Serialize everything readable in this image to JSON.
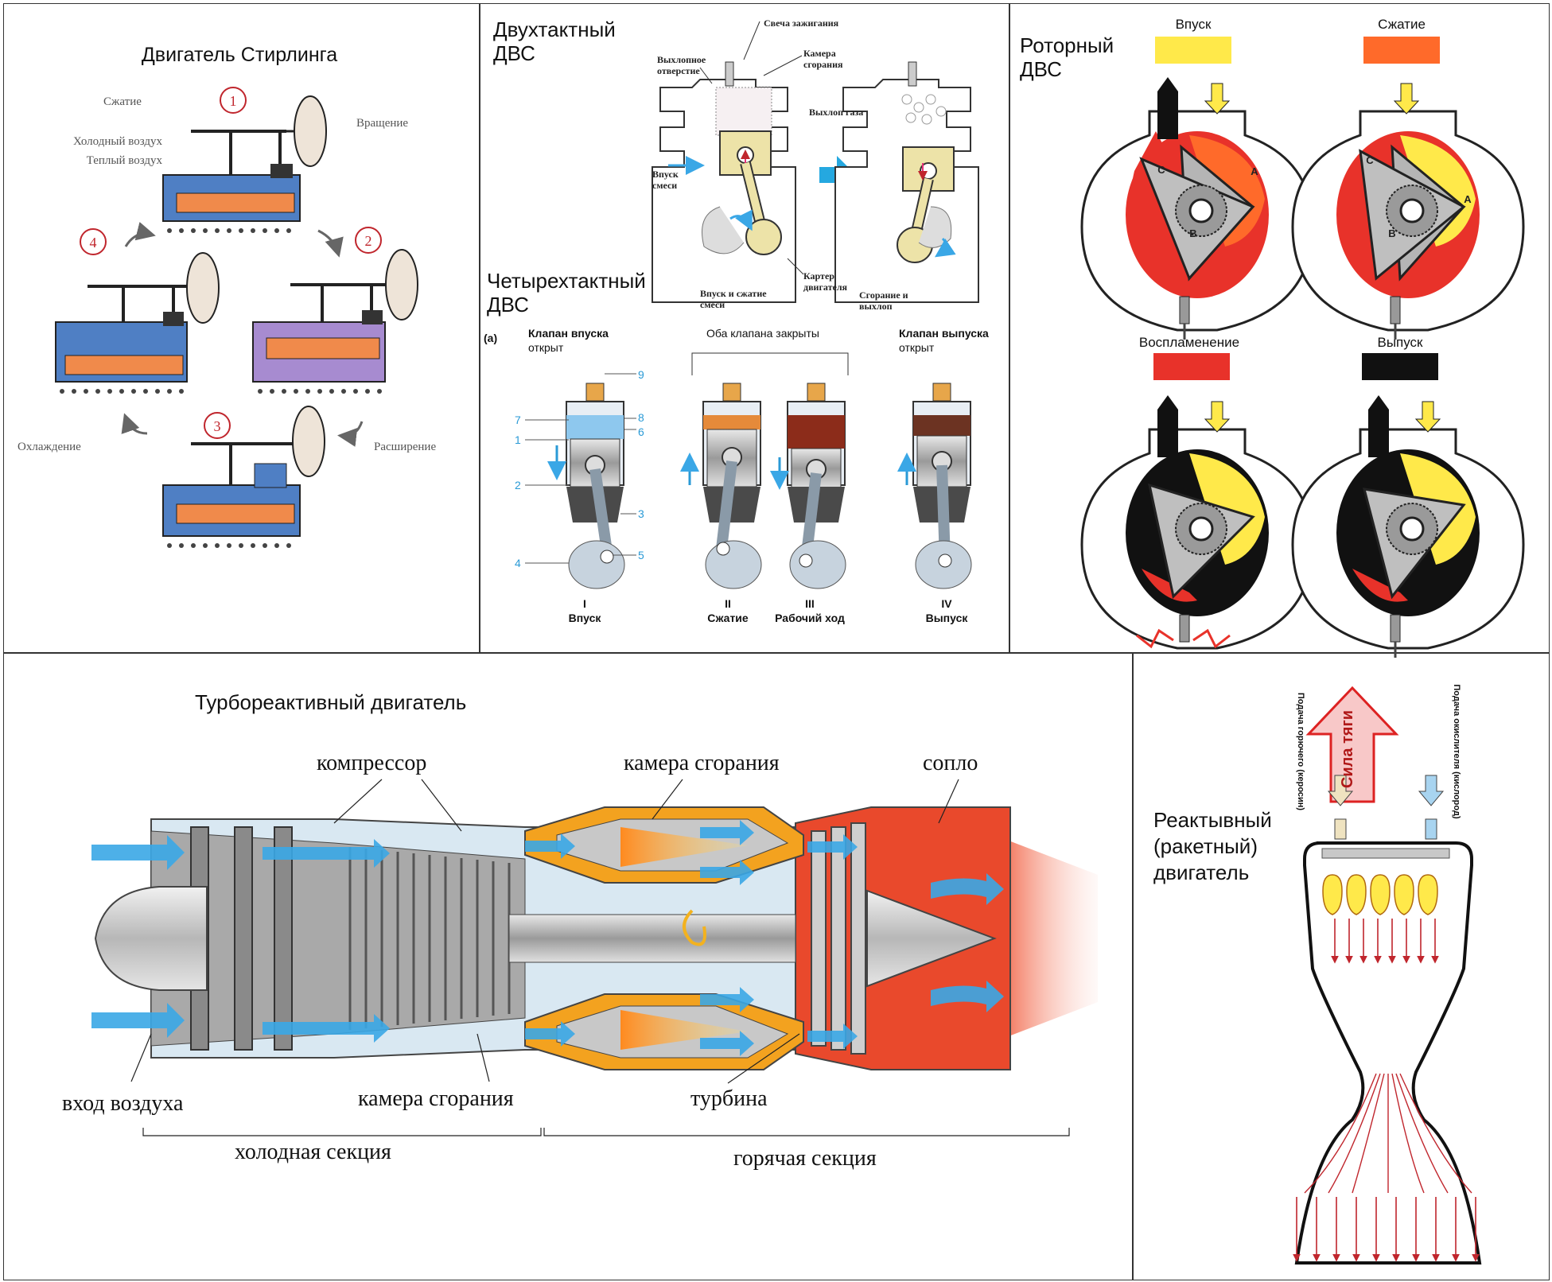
{
  "colors": {
    "border": "#333333",
    "intake_yellow": "#ffe94a",
    "compression_orange": "#ff6a2a",
    "ignition_red": "#e8322a",
    "exhaust_black": "#111111",
    "air_blue": "#3aa7e6",
    "hot_red": "#e9492c",
    "engine_grey": "#b8b8b8",
    "stirling_blue": "#4f7fc4",
    "stirling_orange": "#f08a4b",
    "stirling_purple": "#a78bd0"
  },
  "stirling": {
    "title": "Двигатель Стирлинга",
    "steps": [
      "1",
      "2",
      "3",
      "4"
    ],
    "labels": {
      "compression": "Сжатие",
      "rotation": "Вращение",
      "cold_air": "Холодный воздух",
      "warm_air": "Теплый воздух",
      "cooling": "Охлаждение",
      "expansion": "Расширение"
    }
  },
  "two_stroke": {
    "title": "Двухтактный ДВС",
    "labels": {
      "spark_plug": "Свеча зажигания",
      "exhaust_port": "Выхлопное отверстие",
      "combustion_chamber": "Камера сгорания",
      "gas_exhaust": "Выхлоп газа",
      "mixture_intake": "Впуск смеси",
      "crankcase": "Картер двигателя",
      "intake_compression": "Впуск и сжатие смеси",
      "combustion_exhaust": "Сгорание и выхлоп"
    }
  },
  "four_stroke": {
    "title": "Четырехтактный ДВС",
    "panel_label": "(a)",
    "header_intake_open": "Клапан впуска",
    "header_intake_open_sub": "открыт",
    "header_both_closed": "Оба клапана закрыты",
    "header_exhaust_open": "Клапан выпуска",
    "header_exhaust_open_sub": "открыт",
    "part_numbers": [
      "9",
      "7",
      "8",
      "1",
      "6",
      "2",
      "3",
      "4",
      "5"
    ],
    "strokes": [
      {
        "roman": "I",
        "name": "Впуск"
      },
      {
        "roman": "II",
        "name": "Сжатие"
      },
      {
        "roman": "III",
        "name": "Рабочий ход"
      },
      {
        "roman": "IV",
        "name": "Выпуск"
      }
    ]
  },
  "rotary": {
    "title": "Роторный ДВС",
    "rotor_labels": [
      "A",
      "B",
      "C"
    ],
    "phases": [
      {
        "name": "Впуск",
        "color": "#ffe94a"
      },
      {
        "name": "Сжатие",
        "color": "#ff6a2a"
      },
      {
        "name": "Воспламенение",
        "color": "#e8322a"
      },
      {
        "name": "Выпуск",
        "color": "#111111"
      }
    ]
  },
  "turbojet": {
    "title": "Турбореактивный двигатель",
    "labels": {
      "compressor": "компрессор",
      "combustion_top": "камера сгорания",
      "nozzle": "сопло",
      "air_inlet": "вход воздуха",
      "combustion_bottom": "камера сгорания",
      "turbine": "турбина",
      "cold_section": "холодная секция",
      "hot_section": "горячая секция"
    }
  },
  "rocket": {
    "title": "Реактывный (ракетный) двигатель",
    "thrust": "Сила тяги",
    "fuel_feed": "Подача горючего (керосин)",
    "oxidizer_feed": "Подача окислителя (кислород)"
  }
}
